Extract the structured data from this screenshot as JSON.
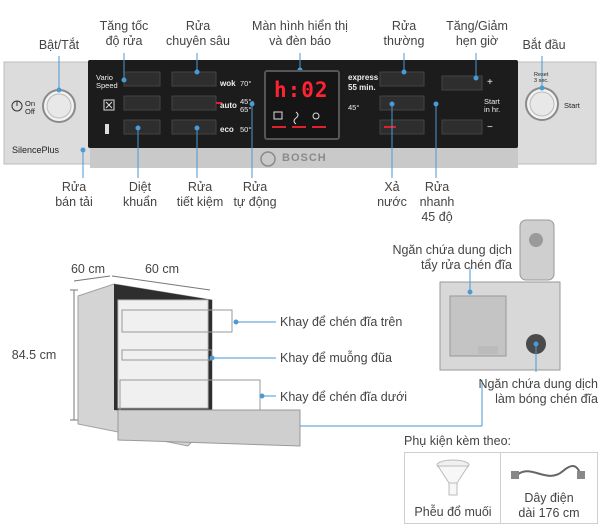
{
  "control_panel": {
    "brand": "BOSCH",
    "silence_label": "SilencePlus",
    "on_off_label": "On\nOff",
    "vario_speed_label": "Vario\nSpeed",
    "programs": {
      "wok": "wok",
      "wok_temp": "70°",
      "auto": "auto",
      "auto_temp": "45°-\n65°",
      "eco": "eco",
      "eco_temp": "50°",
      "express": "express",
      "express_time": "55 min.",
      "temp45": "45°"
    },
    "display_time": "h:02",
    "plus": "+",
    "minus": "−",
    "start_in_label": "Start\nin hr.",
    "reset_label": "Reset\n3 sec.",
    "start_label": "Start"
  },
  "callouts": {
    "power": "Bật/Tắt",
    "speed": "Tăng tốc\nđộ rửa",
    "intensive": "Rửa\nchuyên sâu",
    "display": "Màn hình hiển thị\nvà đèn báo",
    "normal": "Rửa\nthường",
    "timer": "Tăng/Giảm\nhẹn giờ",
    "start": "Bắt đầu",
    "half_load": "Rửa\nbán tải",
    "sanitize": "Diệt\nkhuẩn",
    "eco": "Rửa\ntiết kiệm",
    "auto": "Rửa\ntự động",
    "rinse": "Xả\nnước",
    "quick45": "Rửa\nnhanh\n45 độ"
  },
  "dimensions": {
    "width": "60 cm",
    "depth": "60 cm",
    "height": "84.5 cm"
  },
  "racks": {
    "upper": "Khay để chén đĩa trên",
    "cutlery": "Khay để muỗng đũa",
    "lower": "Khay để chén đĩa dưới"
  },
  "dispenser": {
    "detergent": "Ngăn chứa dung dịch\ntẩy rửa chén đĩa",
    "rinse_aid": "Ngăn chứa dung dịch\nlàm bóng chén đĩa"
  },
  "accessories": {
    "title": "Phụ kiện kèm theo:",
    "funnel": "Phễu đổ muối",
    "cable": "Dây điện\ndài 176 cm"
  },
  "colors": {
    "accent_red": "#e0202a",
    "callout_line": "#4a9ad4",
    "panel_black": "#1c1c1c",
    "steel": "#c8c8c8"
  }
}
